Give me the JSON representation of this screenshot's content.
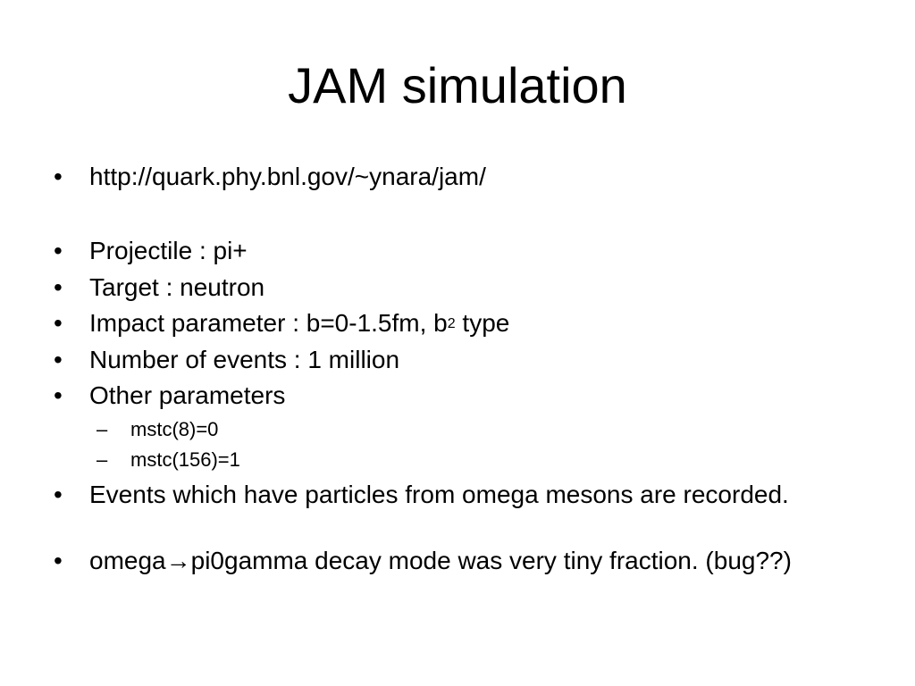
{
  "slide": {
    "title": "JAM simulation",
    "bullet_glyph": "•",
    "sub_bullet_glyph": "–",
    "items": [
      {
        "text": "http://quark.phy.bnl.gov/~ynara/jam/"
      },
      {
        "text": "Projectile : pi+"
      },
      {
        "text": "Target : neutron"
      },
      {
        "text_before_sup": "Impact parameter : b=0-1.5fm, b",
        "sup": "2",
        "text_after_sup": " type"
      },
      {
        "text": "Number of events : 1 million"
      },
      {
        "text": "Other parameters"
      },
      {
        "text": "Events which have particles from omega mesons are recorded."
      },
      {
        "text_before_arrow": "omega",
        "arrow": "→",
        "text_after_arrow": "pi0gamma decay mode was very tiny fraction. (bug??)"
      }
    ],
    "sub_items": [
      {
        "text": "mstc(8)=0"
      },
      {
        "text": "mstc(156)=1"
      }
    ]
  }
}
